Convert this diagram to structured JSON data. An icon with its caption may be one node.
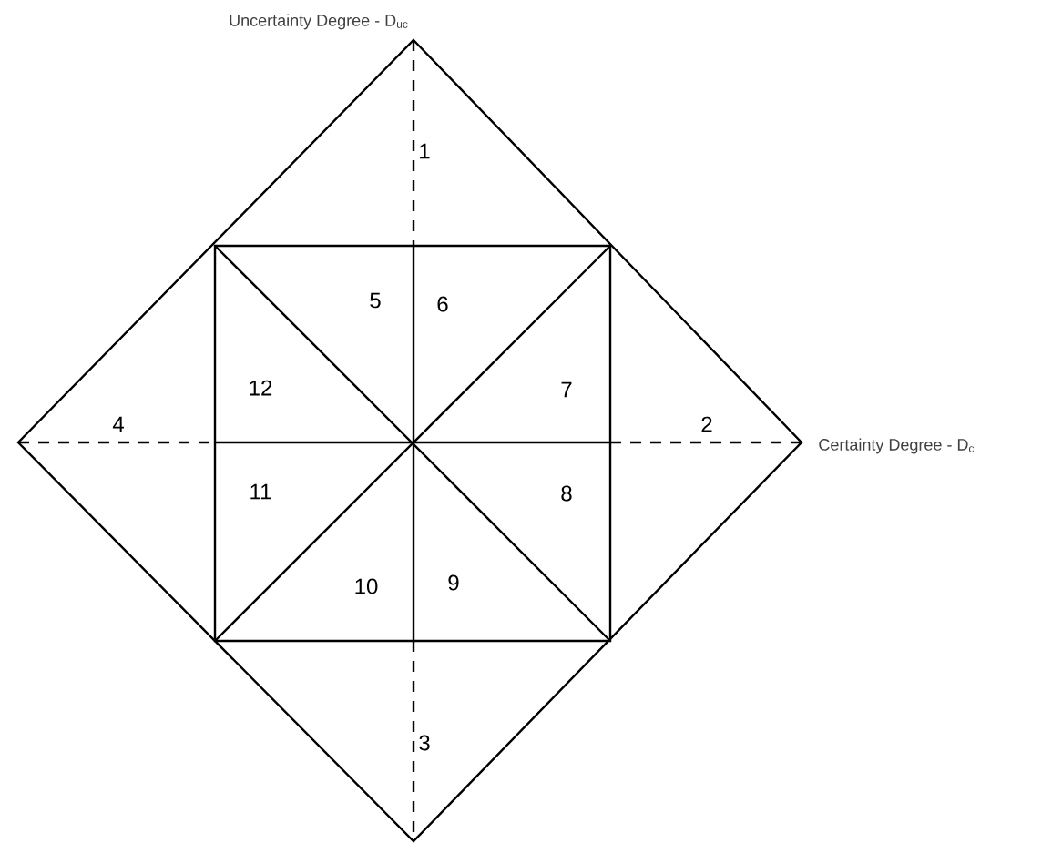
{
  "diagram": {
    "labels": [
      "Uncertainty Degree - D$_{uc}$",
      "1",
      "5",
      "6",
      "12",
      "7",
      "4",
      "2",
      "Certainty Degree - D$_{c}$",
      "11",
      "8",
      "10",
      "9",
      "3"
    ]
  }
}
